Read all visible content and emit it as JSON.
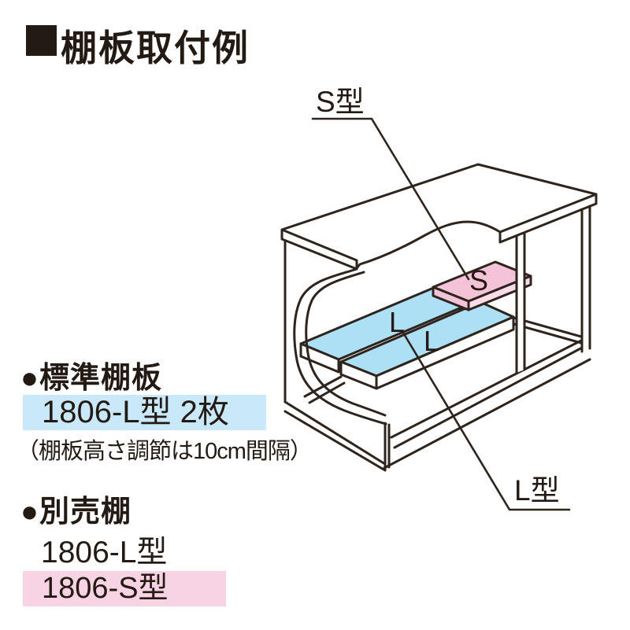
{
  "title": {
    "text": "棚板取付例"
  },
  "diagram": {
    "s_type_label": "S型",
    "l_type_label": "L型",
    "s_shelf_letter": "S",
    "l_shelf_letter_1": "L",
    "l_shelf_letter_2": "L",
    "colors": {
      "line": "#2e241e",
      "s_shelf": "#f5c3d8",
      "s_shelf_side": "#fbdcea",
      "l_shelf": "#addff5",
      "standard_highlight": "#c9e8f9",
      "optional_highlight": "#f8d3e3",
      "text": "#241a14"
    }
  },
  "legend": {
    "standard": {
      "heading": "●標準棚板",
      "item": "1806-L型 2枚",
      "note": "（棚板高さ調節は10cm間隔）"
    },
    "optional": {
      "heading": "●別売棚",
      "item_plain": "1806-L型",
      "item_highlighted": "1806-S型"
    }
  }
}
